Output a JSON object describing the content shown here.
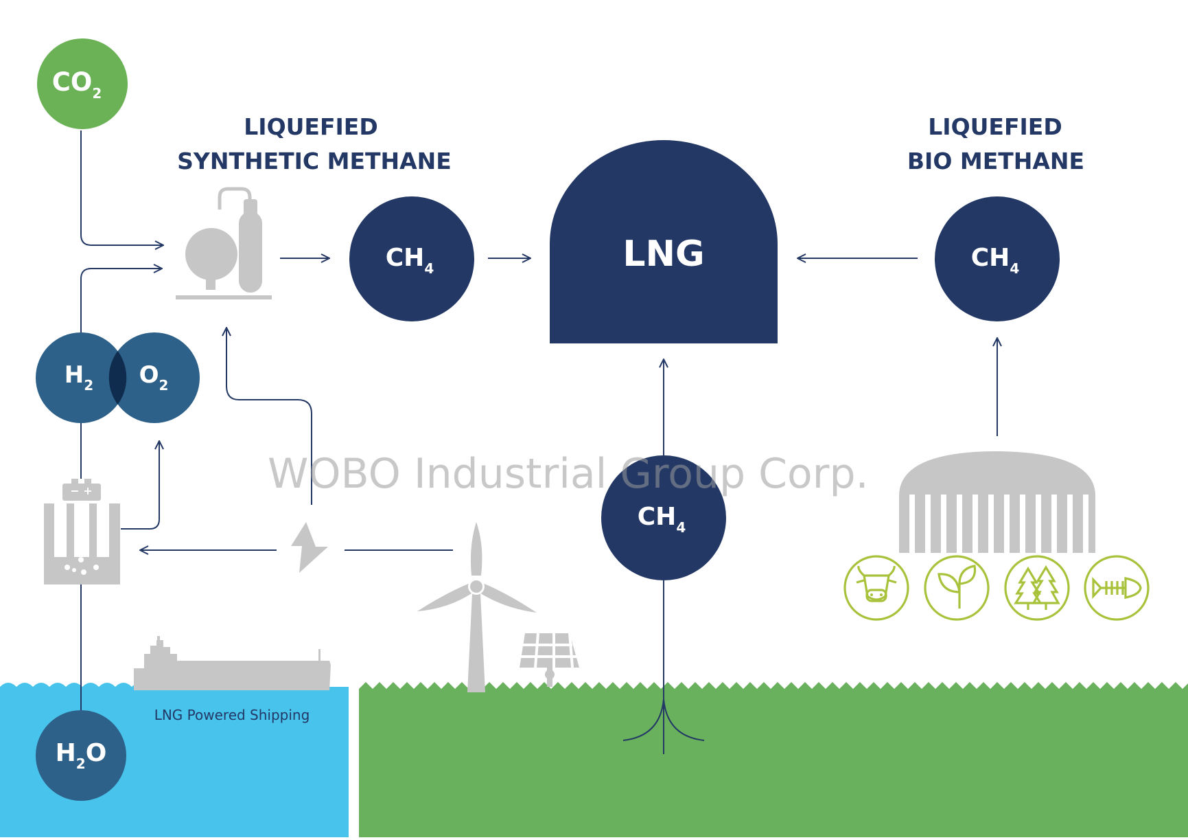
{
  "titles": {
    "synthetic_line1": "LIQUEFIED",
    "synthetic_line2": "SYNTHETIC METHANE",
    "bio_line1": "LIQUEFIED",
    "bio_line2": "BIO METHANE"
  },
  "nodes": {
    "co2": {
      "main": "CO",
      "sub": "2"
    },
    "h2": {
      "main": "H",
      "sub": "2"
    },
    "o2": {
      "main": "O",
      "sub": "2"
    },
    "h2o": {
      "main": "H",
      "sub": "2",
      "tail": "O"
    },
    "ch4_synthetic": {
      "main": "CH",
      "sub": "4"
    },
    "ch4_bio": {
      "main": "CH",
      "sub": "4"
    },
    "ch4_ground": {
      "main": "CH",
      "sub": "4"
    },
    "lng": "LNG"
  },
  "labels": {
    "shipping": "LNG Powered Shipping"
  },
  "watermark": "WOBO Industrial Group Corp.",
  "icons": [
    "methanation-plant-icon",
    "battery-electrolyzer-icon",
    "lightning-icon",
    "wind-turbine-icon",
    "solar-panel-icon",
    "ship-icon",
    "biogas-digester-icon",
    "cow-icon",
    "plant-icon",
    "trees-icon",
    "fish-icon"
  ],
  "colors": {
    "navy": "#233865",
    "teal": "#2e6189",
    "green_circle": "#6ab255",
    "grass": "#69b15d",
    "water": "#48c3ec",
    "grey_icon": "#c6c6c6",
    "lime": "#a8c23b"
  }
}
